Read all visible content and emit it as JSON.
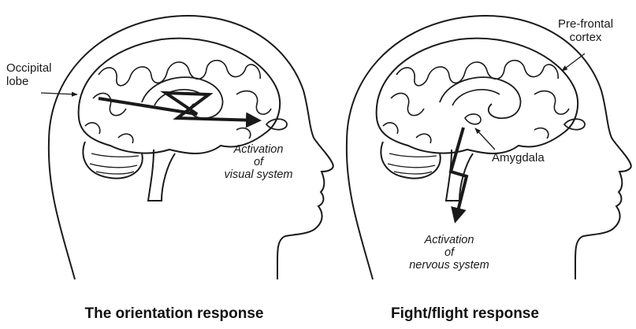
{
  "panels": [
    {
      "caption": "The orientation response",
      "labels": {
        "occipital_line1": "Occipital",
        "occipital_line2": "lobe",
        "activation_line1": "Activation",
        "activation_line2": "of",
        "activation_line3": "visual system"
      }
    },
    {
      "caption": "Fight/flight response",
      "labels": {
        "prefrontal_line1": "Pre-frontal",
        "prefrontal_line2": "cortex",
        "amygdala": "Amygdala",
        "activation_line1": "Activation",
        "activation_line2": "of",
        "activation_line3": "nervous system"
      }
    }
  ],
  "colors": {
    "line": "#1a1a1a",
    "background": "#ffffff"
  },
  "icons": [
    "head-outline-icon",
    "brain-icon",
    "lightning-arrow-icon",
    "leader-arrow-icon"
  ]
}
